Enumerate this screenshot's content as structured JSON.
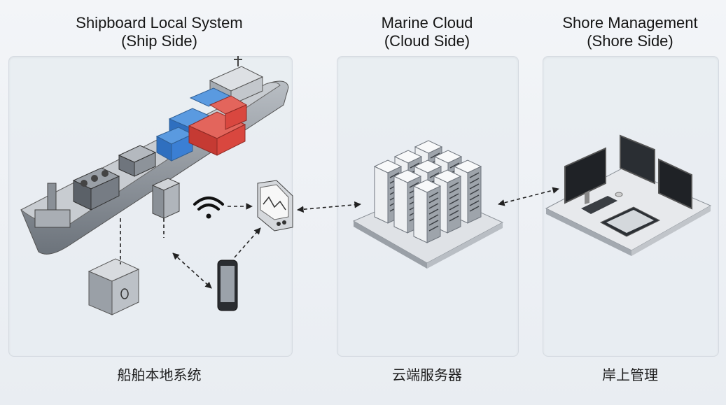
{
  "columns": [
    {
      "title_line1": "Shipboard Local System",
      "title_line2": "(Ship Side)",
      "subtitle": "船舶本地系统"
    },
    {
      "title_line1": "Marine Cloud",
      "title_line2": "(Cloud Side)",
      "subtitle": "云端服务器"
    },
    {
      "title_line1": "Shore Management",
      "title_line2": "(Shore Side)",
      "subtitle": "岸上管理"
    }
  ],
  "icons": {
    "ship": "container-ship-icon",
    "wifi": "wifi-icon",
    "monitor": "control-panel-icon",
    "phone": "mobile-phone-icon",
    "sensor": "sensor-box-icon",
    "servers": "server-rack-icon",
    "workstations": "workstation-icon"
  },
  "colors": {
    "container_blue": "#3b7fd4",
    "container_red": "#d9473f",
    "hull": "#8d949c"
  }
}
